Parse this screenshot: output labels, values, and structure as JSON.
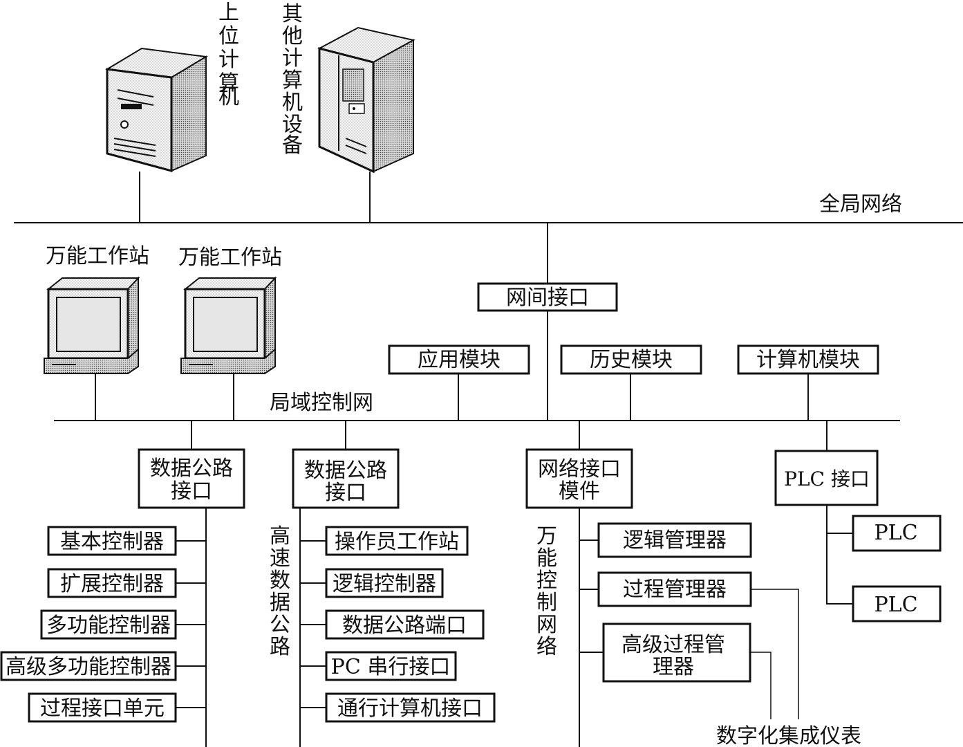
{
  "top": {
    "upper_computer": [
      "上",
      "位",
      "计",
      "算",
      "机"
    ],
    "other_devices": [
      "其",
      "他",
      "计",
      "算",
      "机",
      "设",
      "备"
    ],
    "global_network": "全局网络"
  },
  "workstations": {
    "ws1": "万能工作站",
    "ws2": "万能工作站"
  },
  "modules": {
    "gateway": "网间接口",
    "application": "应用模块",
    "history": "历史模块",
    "computer": "计算机模块",
    "lan": "局域控制网"
  },
  "interfaces": {
    "datahighway1": [
      "数据公路",
      "接口"
    ],
    "datahighway2": [
      "数据公路",
      "接口"
    ],
    "network_module": [
      "网络接口",
      "模件"
    ],
    "plc_interface": "PLC 接口"
  },
  "column1": [
    "基本控制器",
    "扩展控制器",
    "多功能控制器",
    "高级多功能控制器",
    "过程接口单元"
  ],
  "column2": {
    "vertical_label": [
      "高",
      "速",
      "数",
      "据",
      "公",
      "路"
    ],
    "items": [
      "操作员工作站",
      "逻辑控制器",
      "数据公路端口",
      "PC 串行接口",
      "通行计算机接口"
    ]
  },
  "column3": {
    "vertical_label": [
      "万",
      "能",
      "控",
      "制",
      "网",
      "络"
    ],
    "logic_manager": "逻辑管理器",
    "process_manager": "过程管理器",
    "advanced_pm": [
      "高级过程管",
      "理器"
    ],
    "digital_instruments": "数字化集成仪表"
  },
  "plc": [
    "PLC",
    "PLC"
  ]
}
